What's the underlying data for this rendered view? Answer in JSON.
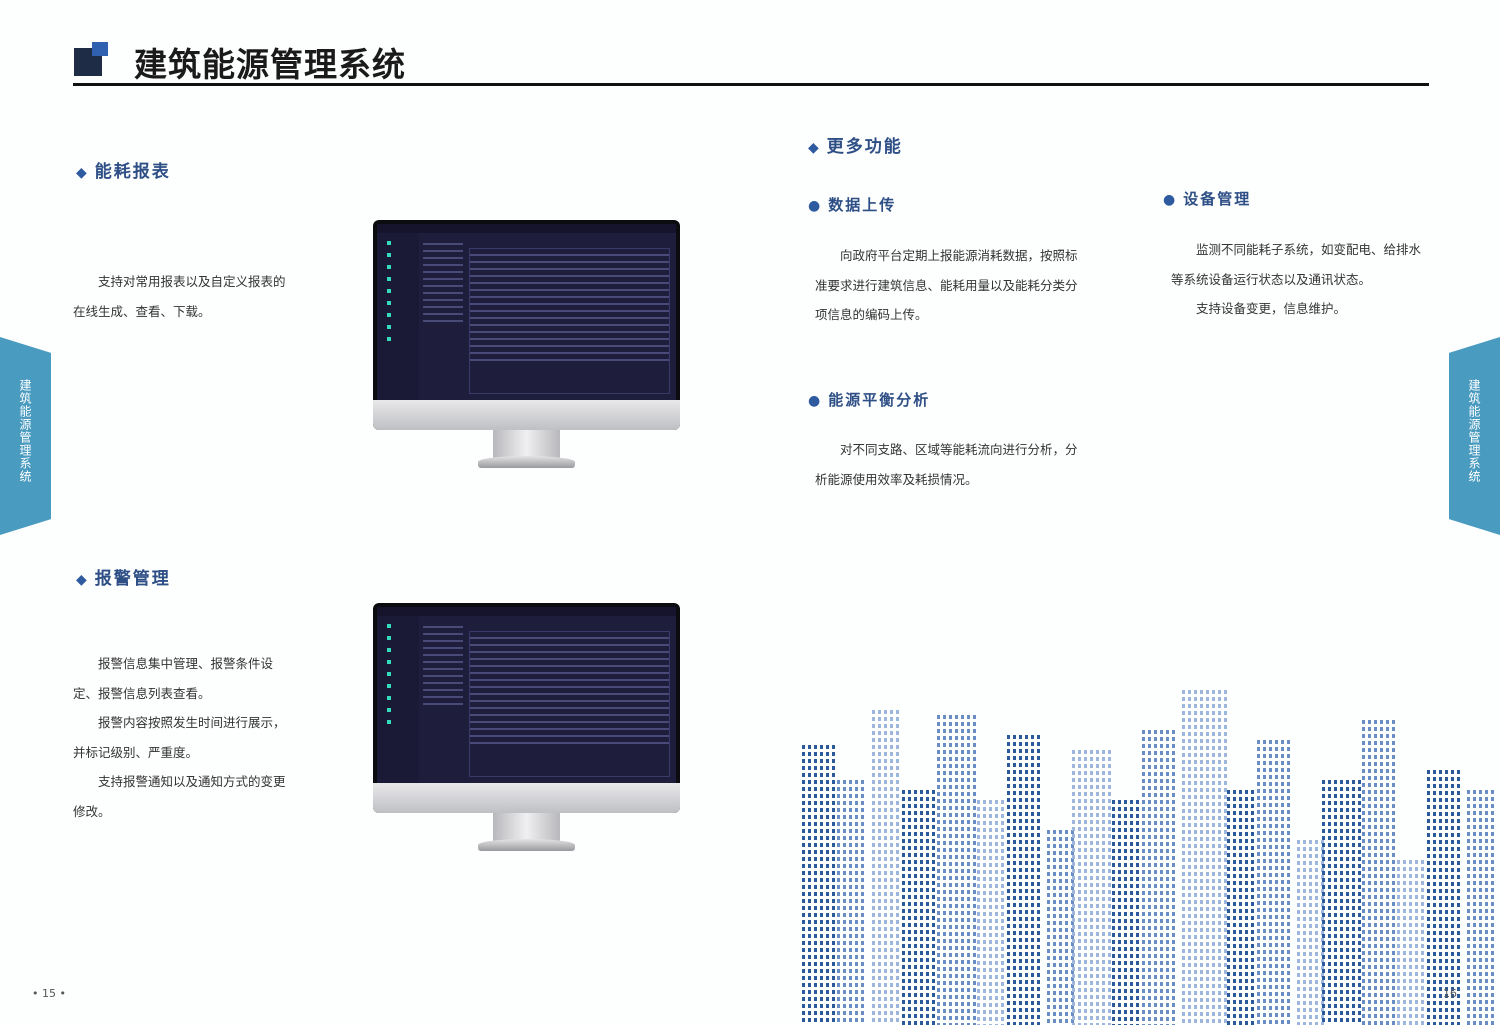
{
  "header": {
    "title": "建筑能源管理系统"
  },
  "side_tab": "建筑能源管理系统",
  "sections": {
    "energy_report": {
      "title": "能耗报表",
      "text": [
        "支持对常用报表以及自定义报表的",
        "在线生成、查看、下载。"
      ]
    },
    "alarm": {
      "title": "报警管理",
      "text": [
        "报警信息集中管理、报警条件设",
        "定、报警信息列表查看。",
        "报警内容按照发生时间进行展示，",
        "并标记级别、严重度。",
        "支持报警通知以及通知方式的变更",
        "修改。"
      ]
    },
    "more": {
      "title": "更多功能"
    },
    "upload": {
      "title": "数据上传",
      "text": [
        "向政府平台定期上报能源消耗数据，按照标",
        "准要求进行建筑信息、能耗用量以及能耗分类分",
        "项信息的编码上传。"
      ]
    },
    "device": {
      "title": "设备管理",
      "text": [
        "监测不同能耗子系统，如变配电、给排水",
        "等系统设备运行状态以及通讯状态。",
        "支持设备变更，信息维护。"
      ]
    },
    "balance": {
      "title": "能源平衡分析",
      "text": [
        "对不同支路、区域等能耗流向进行分析，分",
        "析能源使用效率及耗损情况。"
      ]
    }
  },
  "pages": {
    "left": "• 15 •",
    "right": "16"
  }
}
